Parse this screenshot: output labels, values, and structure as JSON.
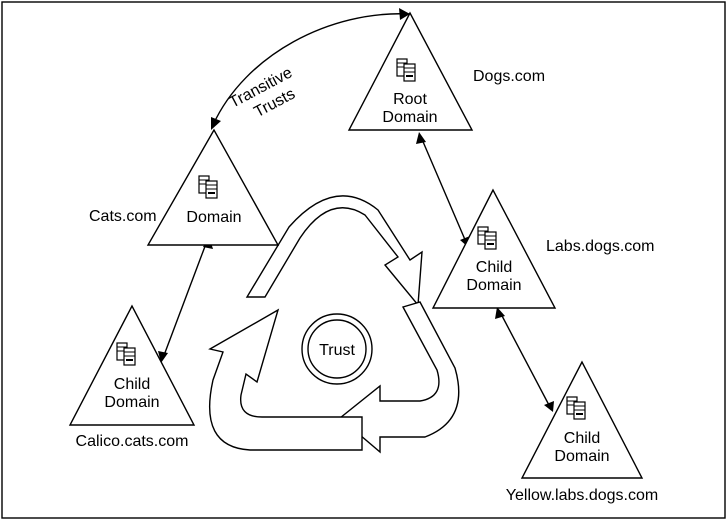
{
  "trust_center": "Trust",
  "transitive": {
    "line1": "Transitive",
    "line2": "Trusts"
  },
  "domains": {
    "root": {
      "name": "Dogs.com",
      "line1": "Root",
      "line2": "Domain"
    },
    "cats": {
      "name": "Cats.com",
      "line1": "Domain"
    },
    "labs": {
      "name": "Labs.dogs.com",
      "line1": "Child",
      "line2": "Domain"
    },
    "calico": {
      "name": "Calico.cats.com",
      "line1": "Child",
      "line2": "Domain"
    },
    "yellow": {
      "name": "Yellow.labs.dogs.com",
      "line1": "Child",
      "line2": "Domain"
    }
  },
  "icons": {
    "server": "server-icon"
  }
}
